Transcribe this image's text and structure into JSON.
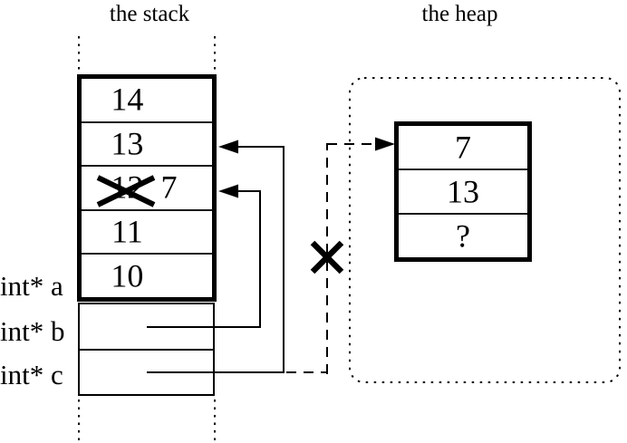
{
  "titles": {
    "stack": "the stack",
    "heap": "the heap"
  },
  "stack": {
    "cells": [
      {
        "value": "14"
      },
      {
        "value": "13"
      },
      {
        "old_value": "12",
        "new_value": "7",
        "crossed_out": true
      },
      {
        "value": "11"
      },
      {
        "value": "10"
      }
    ],
    "pointer_vars": [
      {
        "label": "int* a"
      },
      {
        "label": "int* b"
      },
      {
        "label": "int* c"
      }
    ]
  },
  "heap": {
    "cells": [
      {
        "value": "7"
      },
      {
        "value": "13"
      },
      {
        "value": "?"
      }
    ]
  },
  "colors": {
    "line": "#000000",
    "background": "#ffffff"
  }
}
